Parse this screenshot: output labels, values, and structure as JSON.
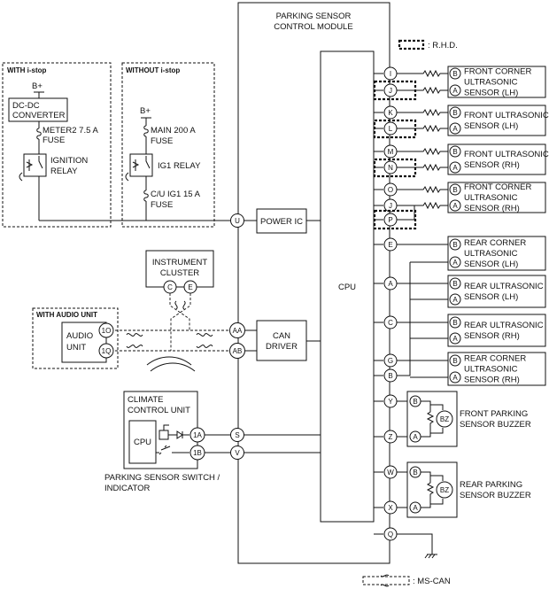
{
  "module": {
    "title_line1": "PARKING SENSOR",
    "title_line2": "CONTROL MODULE",
    "cpu": "CPU",
    "power_ic": "POWER IC",
    "can_driver_line1": "CAN",
    "can_driver_line2": "DRIVER"
  },
  "legend": {
    "rhd": ": R.H.D.",
    "mscan": ": MS-CAN"
  },
  "with_istop": {
    "title": "WITH i-stop",
    "bplus": "B+",
    "converter_line1": "DC-DC",
    "converter_line2": "CONVERTER",
    "fuse_line1": "METER2 7.5 A",
    "fuse_line2": "FUSE",
    "relay_line1": "IGNITION",
    "relay_line2": "RELAY"
  },
  "without_istop": {
    "title": "WITHOUT i-stop",
    "bplus": "B+",
    "main_fuse_line1": "MAIN 200 A",
    "main_fuse_line2": "FUSE",
    "relay": "IG1 RELAY",
    "cu_fuse_line1": "C/U IG1 15 A",
    "cu_fuse_line2": "FUSE"
  },
  "instrument_cluster": {
    "line1": "INSTRUMENT",
    "line2": "CLUSTER",
    "pin_c": "C",
    "pin_e": "E"
  },
  "audio": {
    "title": "WITH AUDIO UNIT",
    "line1": "AUDIO",
    "line2": "UNIT",
    "pin_1o": "1O",
    "pin_1q": "1Q"
  },
  "climate": {
    "line1": "CLIMATE",
    "line2": "CONTROL UNIT",
    "cpu": "CPU",
    "pin_1a": "1A",
    "pin_1b": "1B",
    "switch_line1": "PARKING SENSOR SWITCH /",
    "switch_line2": "INDICATOR"
  },
  "module_left_pins": {
    "u": "U",
    "aa": "AA",
    "ab": "AB",
    "s": "S",
    "v": "V"
  },
  "right_pins": [
    "I",
    "J",
    "K",
    "L",
    "M",
    "N",
    "O",
    "J",
    "P",
    "E",
    "A",
    "C",
    "G",
    "B",
    "Y",
    "Z",
    "W",
    "X",
    "Q"
  ],
  "sensor_pins": {
    "b": "B",
    "a": "A"
  },
  "sensors": [
    {
      "line1": "FRONT CORNER",
      "line2": "ULTRASONIC",
      "line3": "SENSOR (LH)"
    },
    {
      "line1": "FRONT ULTRASONIC",
      "line2": "SENSOR (LH)"
    },
    {
      "line1": "FRONT ULTRASONIC",
      "line2": "SENSOR (RH)"
    },
    {
      "line1": "FRONT CORNER",
      "line2": "ULTRASONIC",
      "line3": "SENSOR (RH)"
    },
    {
      "line1": "REAR CORNER",
      "line2": "ULTRASONIC",
      "line3": "SENSOR (LH)"
    },
    {
      "line1": "REAR ULTRASONIC",
      "line2": "SENSOR (LH)"
    },
    {
      "line1": "REAR ULTRASONIC",
      "line2": "SENSOR (RH)"
    },
    {
      "line1": "REAR CORNER",
      "line2": "ULTRASONIC",
      "line3": "SENSOR (RH)"
    }
  ],
  "buzzers": [
    {
      "bz": "BZ",
      "line1": "FRONT PARKING",
      "line2": "SENSOR BUZZER"
    },
    {
      "bz": "BZ",
      "line1": "REAR PARKING",
      "line2": "SENSOR BUZZER"
    }
  ]
}
